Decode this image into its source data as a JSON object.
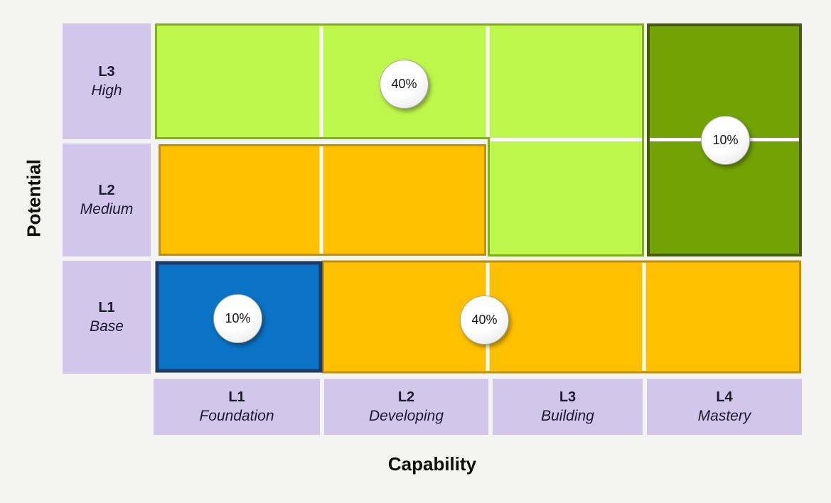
{
  "axes": {
    "y_label": "Potential",
    "x_label": "Capability"
  },
  "matrix": {
    "row_headers": [
      {
        "code": "L3",
        "name": "High"
      },
      {
        "code": "L2",
        "name": "Medium"
      },
      {
        "code": "L1",
        "name": "Base"
      }
    ],
    "column_headers": [
      {
        "code": "L1",
        "name": "Foundation"
      },
      {
        "code": "L2",
        "name": "Developing"
      },
      {
        "code": "L3",
        "name": "Building"
      },
      {
        "code": "L4",
        "name": "Mastery"
      }
    ]
  },
  "badges": [
    {
      "label": "40%",
      "position": "High row, Developing column"
    },
    {
      "label": "10%",
      "position": "Mastery column, High-Medium boundary"
    },
    {
      "label": "10%",
      "position": "Base row, Foundation column"
    },
    {
      "label": "40%",
      "position": "Base row, Developing-Building boundary"
    }
  ],
  "regions": {
    "light_green_span": {
      "fill": "#BFF64B",
      "stroke": "#83AF1B"
    },
    "dark_green_mastery": {
      "fill": "#73A205",
      "stroke": "#465A0A"
    },
    "orange_mid": {
      "fill": "#FFC000",
      "stroke": "#BF9000"
    },
    "orange_bottom": {
      "fill": "#FFC000",
      "stroke": "#BF9000"
    },
    "blue_foundation": {
      "fill": "#0B73C6",
      "stroke": "#1F3864"
    }
  },
  "colors": {
    "background": "#F3F3F2",
    "header_fill": "#D2C6EA",
    "gridline": "#FFFFFF",
    "header_text": "#1A1A2E",
    "axis_text": "#0D0D0D"
  }
}
